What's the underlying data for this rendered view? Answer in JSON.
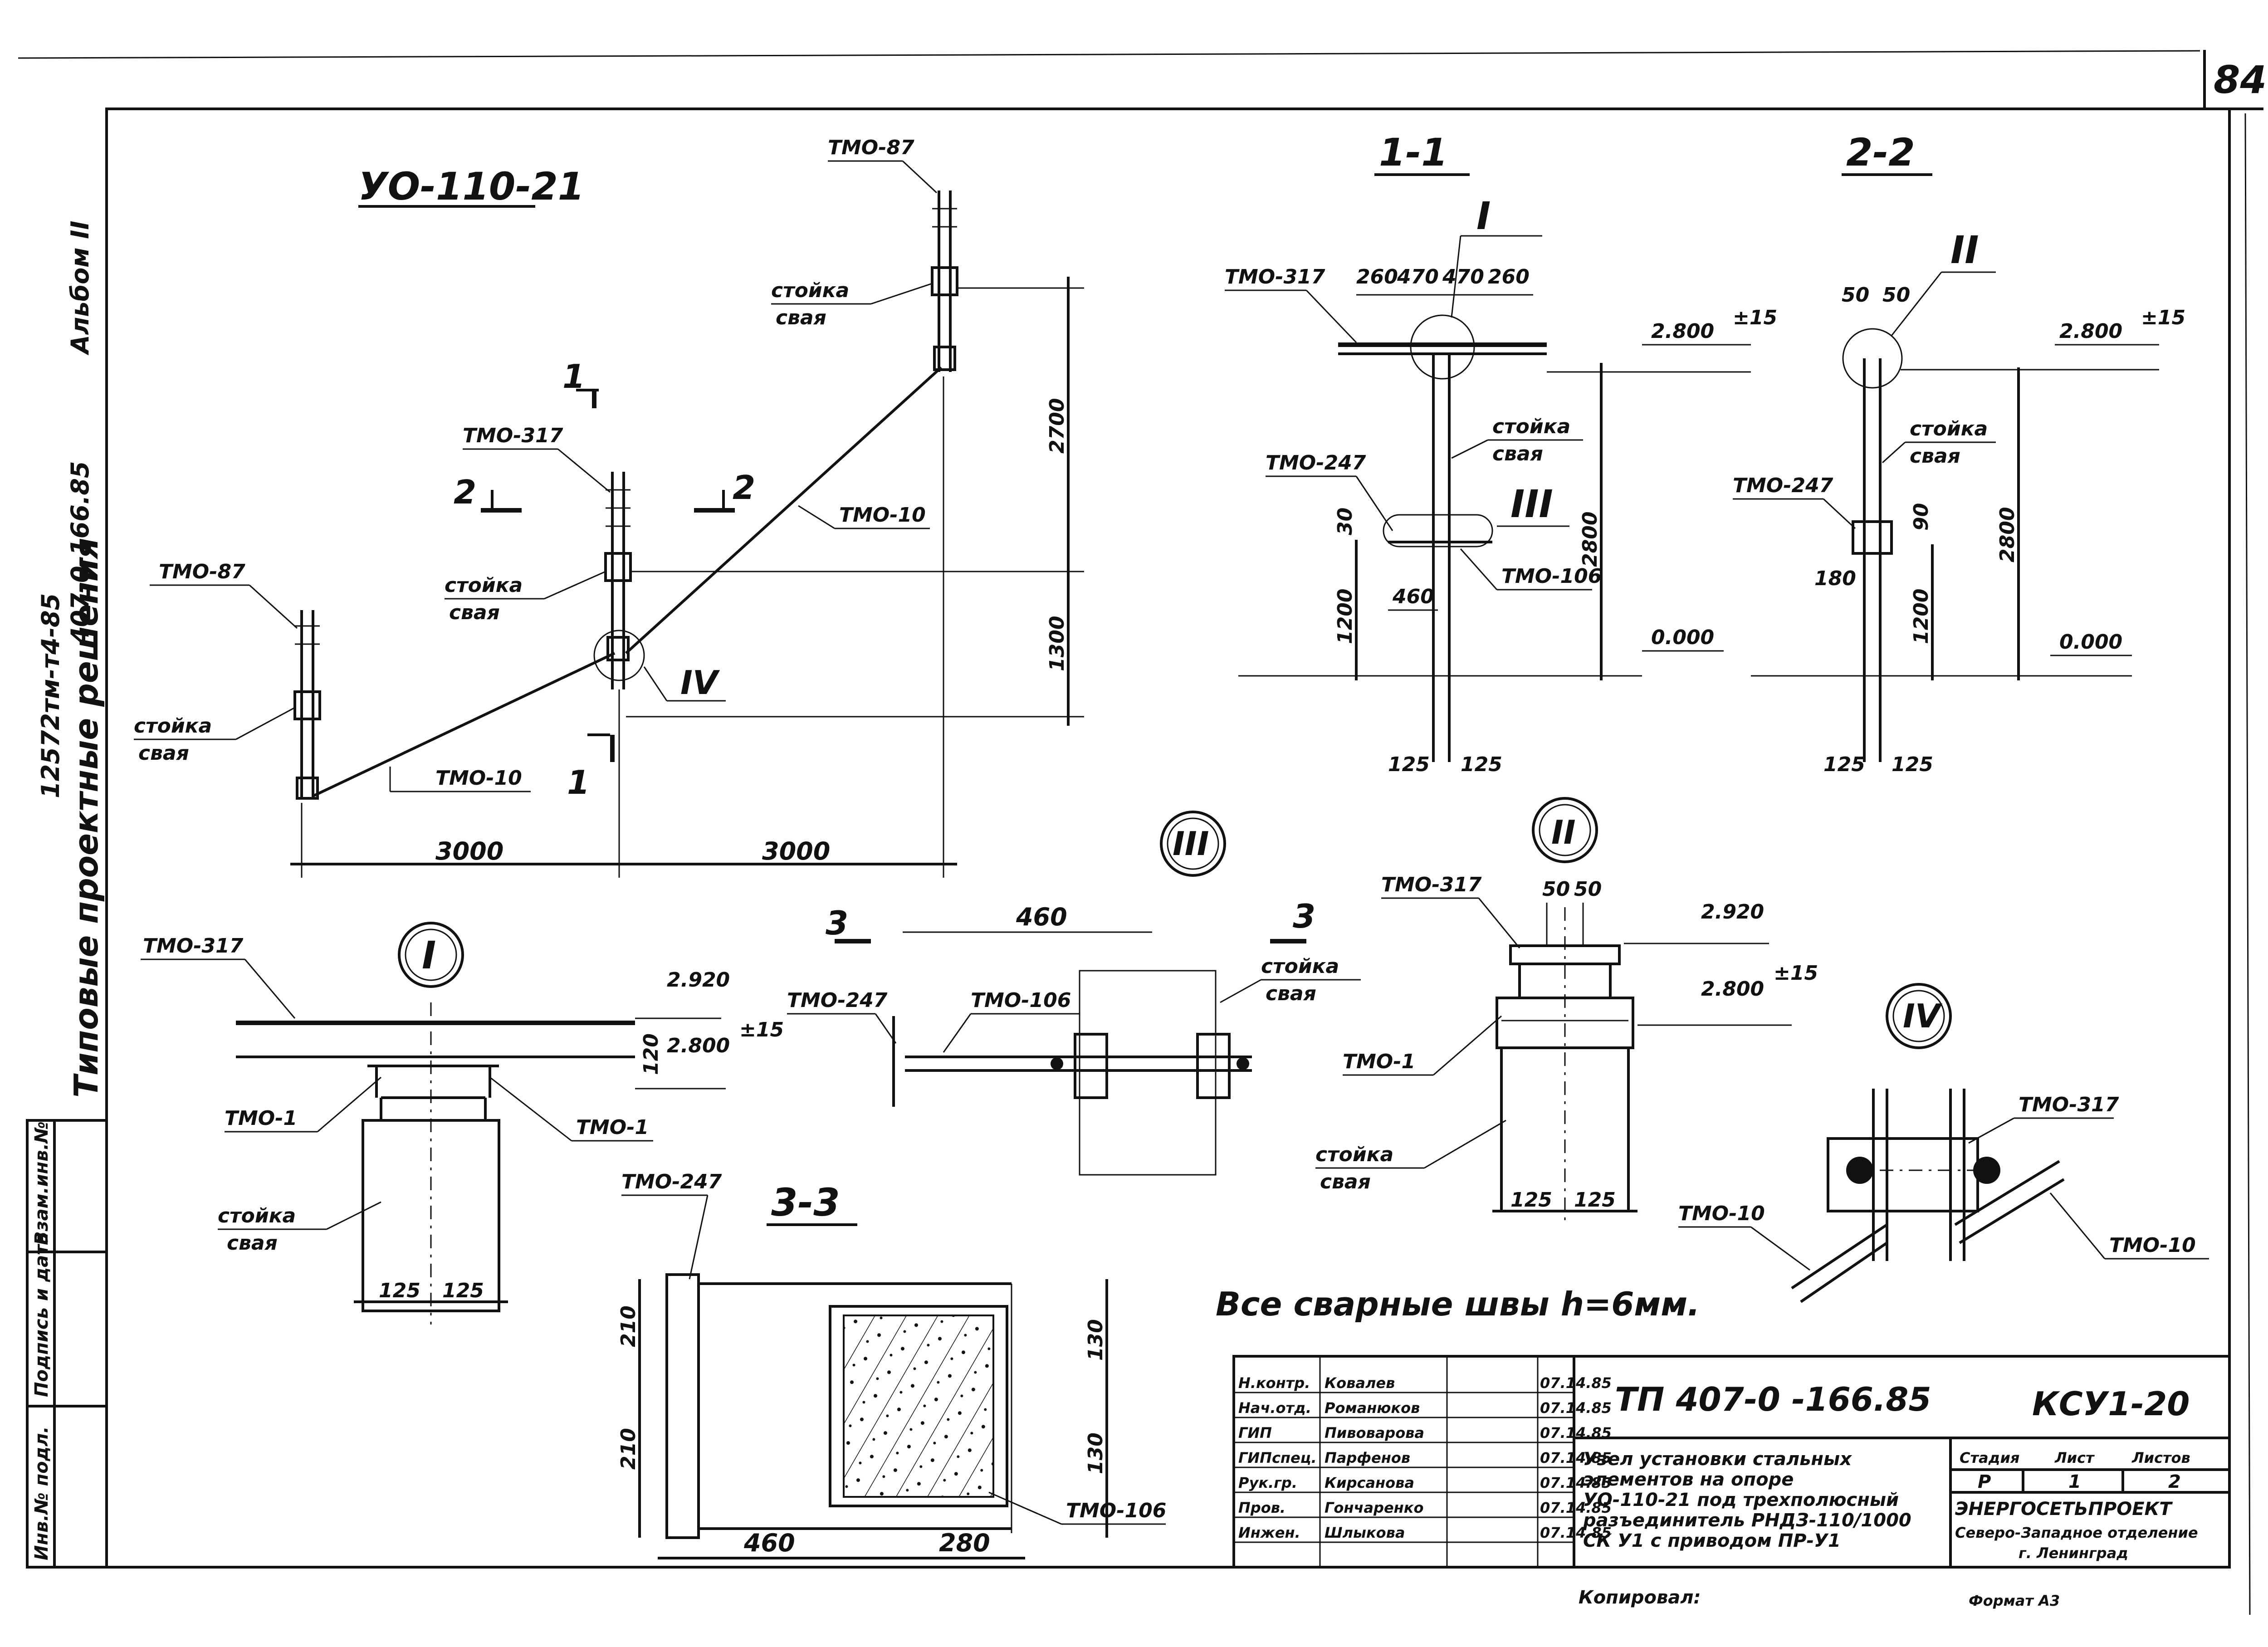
{
  "sheet_number": "84",
  "side_texts": {
    "album": "Альбом II",
    "project": "407-0-166.85",
    "series": "Типовые проектные решения",
    "order": "12572тм-т4-85"
  },
  "plan": {
    "title": "УО-110-21",
    "labels": {
      "tmo87_left": "ТМО-87",
      "tmo87_right": "ТМО-87",
      "tmo317": "ТМО-317",
      "tmo10_upper": "ТМО-10",
      "tmo10_lower": "ТМО-10",
      "stoika_1": "стойка",
      "svaya_1": "свая",
      "stoika_2": "стойка",
      "svaya_2": "свая",
      "stoika_3": "стойка",
      "svaya_3": "свая"
    },
    "section_marks": {
      "s1_top": "1",
      "s1_bottom": "1",
      "s2_left": "2",
      "s2_right": "2"
    },
    "node_mark": "IV",
    "dims": {
      "bottom_left": "3000",
      "bottom_right": "3000",
      "right_upper": "2700",
      "right_lower": "1300"
    }
  },
  "section_1_1": {
    "title": "1-1",
    "node_top": "I",
    "node_mid": "III",
    "labels": {
      "tmo317": "ТМО-317",
      "tmo247": "ТМО-247",
      "tmo106": "ТМО-106",
      "stoika": "стойка",
      "svaya": "свая"
    },
    "dims": {
      "top": [
        "260",
        "470",
        "470",
        "260"
      ],
      "elev_top": "2.800",
      "elev_top_tol": "±15",
      "elev_ground": "0.000",
      "h_total": "2800",
      "h_low": "1200",
      "v30": "30",
      "w460": "460",
      "b1": "125",
      "b2": "125"
    }
  },
  "section_2_2": {
    "title": "2-2",
    "node_top": "II",
    "labels": {
      "tmo247": "ТМО-247",
      "stoika": "стойка",
      "svaya": "свая"
    },
    "dims": {
      "top": [
        "50",
        "50"
      ],
      "elev_top": "2.800",
      "elev_top_tol": "±15",
      "elev_ground": "0.000",
      "h_total": "2800",
      "h_low": "1200",
      "v90": "90",
      "w180": "180",
      "b1": "125",
      "b2": "125"
    }
  },
  "node_I": {
    "mark": "I",
    "labels": {
      "tmo317": "ТМО-317",
      "tmo1_left": "ТМО-1",
      "tmo1_right": "ТМО-1",
      "stoika": "стойка",
      "svaya": "свая"
    },
    "dims": {
      "elev1": "2.920",
      "elev2": "2.800",
      "elev2_tol": "±15",
      "v120": "120",
      "b1": "125",
      "b2": "125"
    }
  },
  "node_III": {
    "mark": "III",
    "labels": {
      "tmo247": "ТМО-247",
      "tmo106": "ТМО-106",
      "stoika": "стойка",
      "svaya": "свая"
    },
    "section_marks": {
      "left": "3",
      "right": "3"
    },
    "dims": {
      "w460": "460"
    }
  },
  "node_II": {
    "mark": "II",
    "labels": {
      "tmo317": "ТМО-317",
      "tmo1": "ТМО-1",
      "stoika": "стойка",
      "svaya": "свая"
    },
    "dims": {
      "top": [
        "50",
        "50"
      ],
      "elev1": "2.920",
      "elev2": "2.800",
      "elev2_tol": "±15",
      "b1": "125",
      "b2": "125"
    }
  },
  "node_IV": {
    "mark": "IV",
    "labels": {
      "tmo317": "ТМО-317",
      "tmo10_left": "ТМО-10",
      "tmo10_right": "ТМО-10"
    }
  },
  "section_3_3": {
    "title": "3-3",
    "labels": {
      "tmo247": "ТМО-247",
      "tmo106": "ТМО-106"
    },
    "dims": {
      "v1": "210",
      "v2": "210",
      "r1": "130",
      "r2": "130",
      "w460": "460",
      "w280": "280"
    }
  },
  "weld_note": "Все сварные швы h=6мм.",
  "title_block": {
    "doc_code": "ТП 407-0 -166.85",
    "mark_code": "КСУ1-20",
    "rows": [
      {
        "role": "Н.контр.",
        "name": "Ковалев",
        "date": "07.14.85"
      },
      {
        "role": "Нач.отд.",
        "name": "Романюков",
        "date": "07.14.85"
      },
      {
        "role": "ГИП",
        "name": "Пивоварова",
        "date": "07.14.85"
      },
      {
        "role": "ГИПспец.",
        "name": "Парфенов",
        "date": "07.14.85"
      },
      {
        "role": "Рук.гр.",
        "name": "Кирсанова",
        "date": "07.14.85"
      },
      {
        "role": "Пров.",
        "name": "Гончаренко",
        "date": "07.14.85"
      },
      {
        "role": "Инжен.",
        "name": "Шлыкова",
        "date": "07.14.85"
      }
    ],
    "description": [
      "Узел установки стальных",
      "элементов на опоре",
      "УО-110-21 под трехполюсный",
      "разъединитель РНДЗ-110/1000",
      "СК У1 с приводом ПР-У1"
    ],
    "stage_header": "Стадия",
    "sheet_header": "Лист",
    "sheets_header": "Листов",
    "stage": "Р",
    "sheet": "1",
    "sheets": "2",
    "org": "ЭНЕРГОСЕТЬПРОЕКТ",
    "org_sub": "Северо-Западное отделение",
    "city": "г. Ленинград",
    "copied": "Копировал:",
    "format": "Формат А3"
  },
  "left_stamp": {
    "col1": "Инв.№ подл.",
    "col2": "Подпись и дата",
    "col3": "Взам.инв.№"
  }
}
